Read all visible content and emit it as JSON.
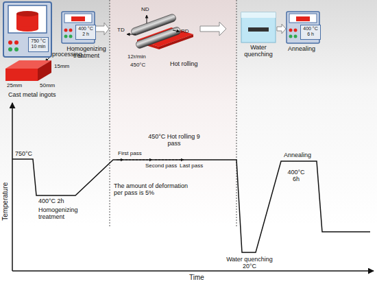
{
  "diagram": {
    "nodes": [
      {
        "text": [
          "750 °C",
          "10 min"
        ]
      },
      {
        "text": [
          "400 °C",
          "2 h"
        ]
      },
      {
        "text": [
          "400 °C",
          "6 h"
        ]
      }
    ],
    "labels": [
      "processing",
      "15mm",
      "50mm",
      "25mm",
      "Cast metal ingots",
      "Homogenizing treatment",
      "ND",
      "TD",
      "RD",
      "12r/min",
      "450°C",
      "Hot rolling",
      "Water quenching",
      "Annealing",
      "750°C",
      "Temperature",
      "400°C 2h",
      "Homogenizing treatment",
      "First pass",
      "450°C Hot rolling 9 pass",
      "Second pass",
      "Last pass",
      "The amount of deformation per pass is 5%",
      "Water quenching 20°C",
      "Annealing",
      "400°C 6h",
      "Time"
    ]
  }
}
